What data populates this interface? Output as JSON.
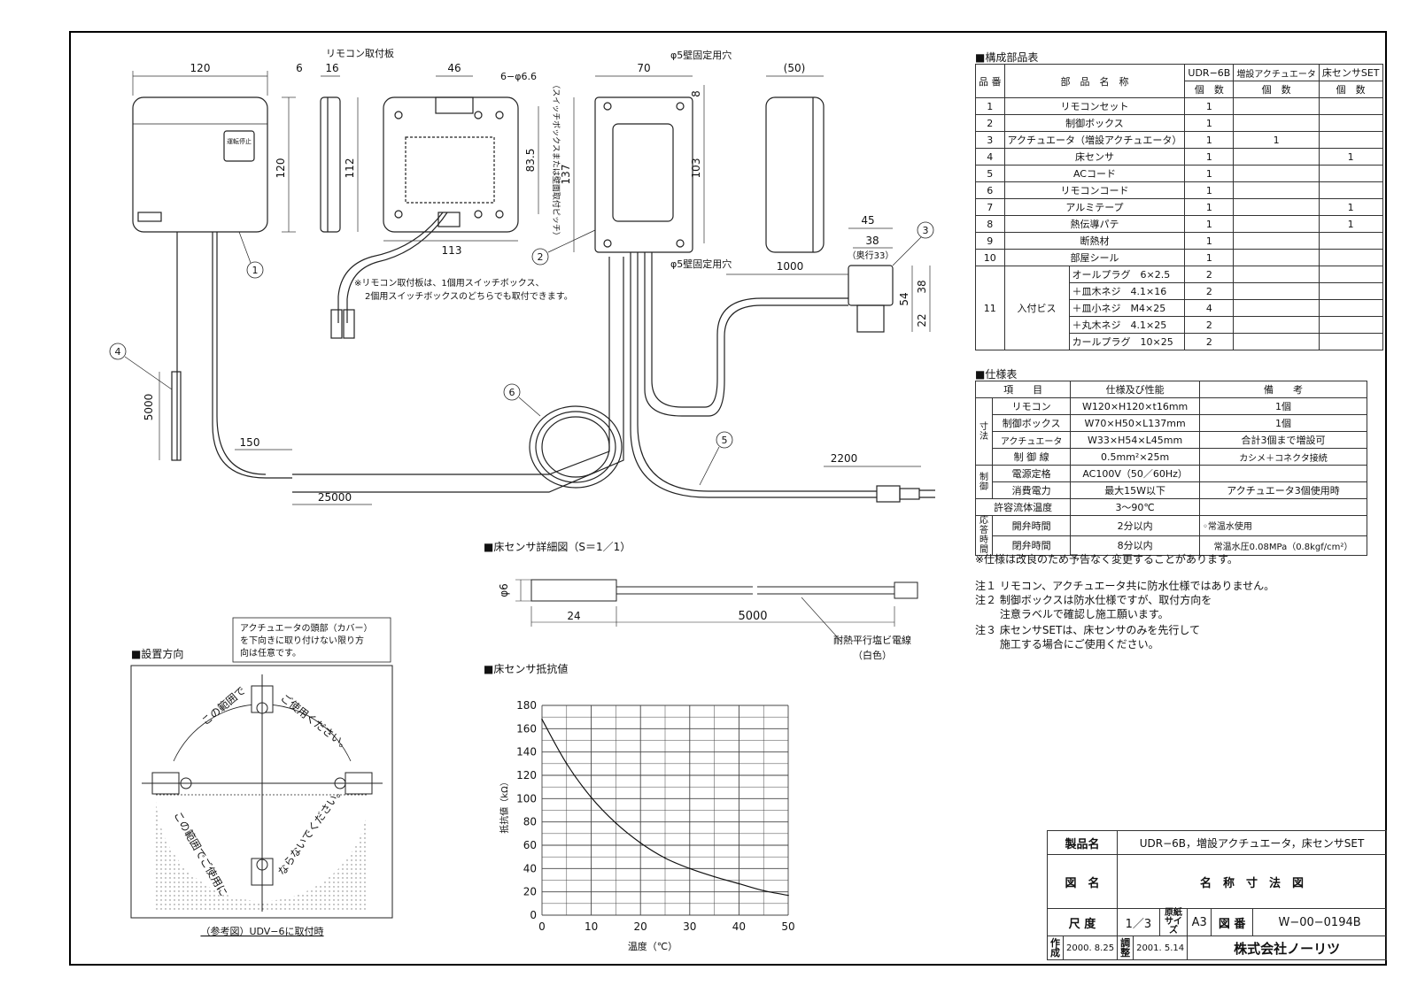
{
  "parts_table": {
    "heading": "■構成部品表",
    "headers": {
      "no": "品 番",
      "name": "部　品　名　称",
      "udr": "UDR−6B",
      "actuator": "増設アクチュエータ",
      "sensor": "床センサSET",
      "qty": "個　数"
    },
    "rows": [
      {
        "no": "1",
        "name": "リモコンセット",
        "udr": "1",
        "actuator": "",
        "sensor": ""
      },
      {
        "no": "2",
        "name": "制御ボックス",
        "udr": "1",
        "actuator": "",
        "sensor": ""
      },
      {
        "no": "3",
        "name": "アクチュエータ（増設アクチュエータ）",
        "udr": "1",
        "actuator": "1",
        "sensor": ""
      },
      {
        "no": "4",
        "name": "床センサ",
        "udr": "1",
        "actuator": "",
        "sensor": "1"
      },
      {
        "no": "5",
        "name": "ACコード",
        "udr": "1",
        "actuator": "",
        "sensor": ""
      },
      {
        "no": "6",
        "name": "リモコンコード",
        "udr": "1",
        "actuator": "",
        "sensor": ""
      },
      {
        "no": "7",
        "name": "アルミテープ",
        "udr": "1",
        "actuator": "",
        "sensor": "1"
      },
      {
        "no": "8",
        "name": "熱伝導パテ",
        "udr": "1",
        "actuator": "",
        "sensor": "1"
      },
      {
        "no": "9",
        "name": "断熱材",
        "udr": "1",
        "actuator": "",
        "sensor": ""
      },
      {
        "no": "10",
        "name": "部屋シール",
        "udr": "1",
        "actuator": "",
        "sensor": ""
      }
    ],
    "screws": {
      "no": "11",
      "group": "入付ビス",
      "items": [
        {
          "name": "オールプラグ　6×2.5",
          "udr": "2"
        },
        {
          "name": "＋皿木ネジ　4.1×16",
          "udr": "2"
        },
        {
          "name": "＋皿小ネジ　M4×25",
          "udr": "4"
        },
        {
          "name": "＋丸木ネジ　4.1×25",
          "udr": "2"
        },
        {
          "name": "カールプラグ　10×25",
          "udr": "2"
        }
      ]
    }
  },
  "spec_table": {
    "heading": "■仕様表",
    "headers": {
      "item": "項　　目",
      "spec": "仕様及び性能",
      "remark": "備　　考"
    },
    "g_size": "寸法",
    "g_ctrl": "制御",
    "g_resp": "応答時間",
    "rows": {
      "remote": {
        "label": "リモコン",
        "spec": "W120×H120×t16mm",
        "remark": "1個"
      },
      "box": {
        "label": "制御ボックス",
        "spec": "W70×H50×L137mm",
        "remark": "1個"
      },
      "act": {
        "label": "アクチュエータ",
        "spec": "W33×H54×L45mm",
        "remark": "合計3個まで増設可"
      },
      "wire": {
        "label": "制 御 線",
        "spec": "0.5mm²×25m",
        "remark": "カシメ＋コネクタ接続"
      },
      "voltage": {
        "label": "電源定格",
        "spec": "AC100V（50／60Hz）",
        "remark": ""
      },
      "power": {
        "label": "消費電力",
        "spec": "最大15W以下",
        "remark": "アクチュエータ3個使用時"
      },
      "temp": {
        "label": "許容流体温度",
        "spec": "3〜90℃",
        "remark": ""
      },
      "open": {
        "label": "開弁時間",
        "spec": "2分以内",
        "remark": "◦常温水使用"
      },
      "close": {
        "label": "閉弁時間",
        "spec": "8分以内",
        "remark": "常温水圧0.08MPa（0.8kgf/cm²）"
      }
    },
    "footnote": "※仕様は改良のため予告なく変更することがあります。"
  },
  "notes": [
    "注１ リモコン、アクチュエータ共に防水仕様ではありません。",
    "注２ 制御ボックスは防水仕様ですが、取付方向を",
    "　　 注意ラベルで確認し施工願います。",
    "注３ 床センサSETは、床センサのみを先行して",
    "　　 施工する場合にご使用ください。"
  ],
  "drawing": {
    "remote_plate_label": "リモコン取付板",
    "remote_face_label": "運転停止",
    "wall_hole_top": "φ5壁固定用穴",
    "wall_hole_bottom": "φ5壁固定用穴",
    "holes_label": "6−φ6.6",
    "pitch_label": "（スイッチボックスまたは壁面取付ピッチ）",
    "depth_label": "（奥行33）",
    "mount_note_1": "※リモコン取付板は、1個用スイッチボックス、",
    "mount_note_2": "2個用スイッチボックスのどちらでも取付できます。",
    "dims": {
      "d120w": "120",
      "d6": "6",
      "d16": "16",
      "d46": "46",
      "d70": "70",
      "d50": "(50)",
      "d120h": "120",
      "d112": "112",
      "d113": "113",
      "d83": "83.5",
      "d137": "137",
      "d103": "103",
      "d8": "8",
      "d45": "45",
      "d38w": "38",
      "d54": "54",
      "d38h": "38",
      "d22": "22",
      "d1000": "1000",
      "d5000": "5000",
      "d150": "150",
      "d25000": "25000",
      "d2200": "2200"
    },
    "callouts": [
      "1",
      "2",
      "3",
      "4",
      "5",
      "6"
    ]
  },
  "sensor_detail": {
    "heading": "■床センサ詳細図（S＝1／1）",
    "dia": "φ6",
    "d24": "24",
    "d5000": "5000",
    "wire_label": "耐熱平行塩ビ電線",
    "wire_color": "（白色）"
  },
  "install": {
    "heading": "■設置方向",
    "note_1": "アクチュエータの頭部（カバー）",
    "note_2": "を下向きに取り付けない限り方",
    "note_3": "向は任意です。",
    "ok_1": "この範囲で",
    "ok_2": "ご使用ください。",
    "ng_1": "この範囲でご使用に",
    "ng_2": "ならないでください。",
    "caption": "（参考図）UDV−6に取付時"
  },
  "chart_heading": "■床センサ抵抗値",
  "chart_data": {
    "type": "line",
    "title": "",
    "xlabel": "温度（℃）",
    "ylabel": "抵抗値（kΩ）",
    "xlim": [
      0,
      50
    ],
    "ylim": [
      0,
      180
    ],
    "xticks": [
      0,
      10,
      20,
      30,
      40,
      50
    ],
    "yticks": [
      0,
      20,
      40,
      60,
      80,
      100,
      120,
      140,
      160,
      180
    ],
    "grid": true,
    "x": [
      0,
      5,
      10,
      15,
      20,
      25,
      30,
      35,
      40,
      45,
      50
    ],
    "series": [
      {
        "values": [
          168,
          130,
          101,
          79,
          62,
          49,
          40,
          33,
          27,
          21,
          17
        ]
      }
    ]
  },
  "title_block": {
    "product_label": "製品名",
    "product": "UDR−6B，増設アクチュエータ，床センサSET",
    "drawing_label": "図　名",
    "drawing": "名　称　寸　法　図",
    "scale_label": "尺 度",
    "scale": "1／3",
    "paper_label": "原紙サイズ",
    "paper": "A3",
    "number_label": "図 番",
    "number": "W−00−0194B",
    "made_label": "作成",
    "made_date": "2000. 8.25",
    "check_label": "調整",
    "check_date": "2001. 5.14",
    "company": "株式会社ノーリツ"
  }
}
